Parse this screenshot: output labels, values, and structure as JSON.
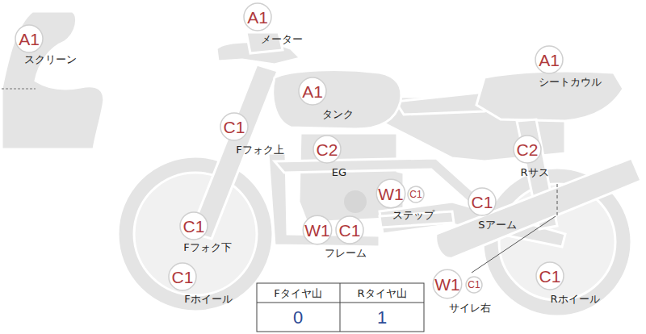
{
  "diagram": {
    "labels": [
      "A1",
      "メーター",
      "A1",
      "スクリーン",
      "A1",
      "シートカウル",
      "A1",
      "タンク",
      "C1",
      "Fフォク上",
      "C2",
      "EG",
      "C2",
      "Rサス",
      "W1",
      "C1",
      "ステップ",
      "C1",
      "Sアーム",
      "C1",
      "Fフォク下",
      "W1",
      "C1",
      "フレーム",
      "W1",
      "C1",
      "サイレ右",
      "C1",
      "Fホイール",
      "C1",
      "Rホイール",
      "Fタイヤ山",
      "Rタイヤ山",
      "0",
      "1"
    ]
  }
}
